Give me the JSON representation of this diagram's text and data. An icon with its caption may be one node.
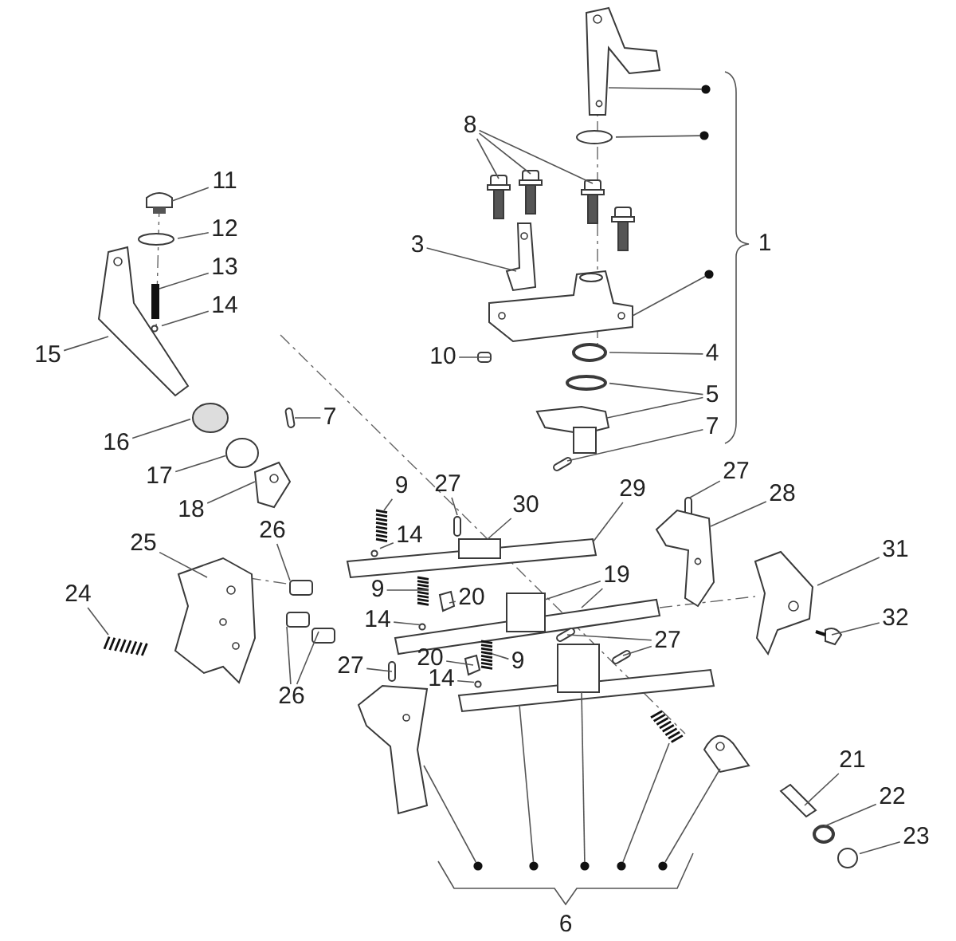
{
  "diagram": {
    "nodes": [
      {
        "text": [
          "1"
        ]
      },
      {
        "text": [
          "8"
        ]
      },
      {
        "text": [
          "3"
        ]
      },
      {
        "text": [
          "10"
        ]
      },
      {
        "text": [
          "4"
        ]
      },
      {
        "text": [
          "5"
        ]
      },
      {
        "text": [
          "7"
        ]
      },
      {
        "text": [
          "11"
        ]
      },
      {
        "text": [
          "12"
        ]
      },
      {
        "text": [
          "13"
        ]
      },
      {
        "text": [
          "14"
        ]
      },
      {
        "text": [
          "15"
        ]
      },
      {
        "text": [
          "16"
        ]
      },
      {
        "text": [
          "7"
        ]
      },
      {
        "text": [
          "17"
        ]
      },
      {
        "text": [
          "18"
        ]
      },
      {
        "text": [
          "9"
        ]
      },
      {
        "text": [
          "27"
        ]
      },
      {
        "text": [
          "29"
        ]
      },
      {
        "text": [
          "30"
        ]
      },
      {
        "text": [
          "27"
        ]
      },
      {
        "text": [
          "28"
        ]
      },
      {
        "text": [
          "14"
        ]
      },
      {
        "text": [
          "25"
        ]
      },
      {
        "text": [
          "26"
        ]
      },
      {
        "text": [
          "31"
        ]
      },
      {
        "text": [
          "19"
        ]
      },
      {
        "text": [
          "9"
        ]
      },
      {
        "text": [
          "20"
        ]
      },
      {
        "text": [
          "14"
        ]
      },
      {
        "text": [
          "32"
        ]
      },
      {
        "text": [
          "24"
        ]
      },
      {
        "text": [
          "20"
        ]
      },
      {
        "text": [
          "9"
        ]
      },
      {
        "text": [
          "27"
        ]
      },
      {
        "text": [
          "27"
        ]
      },
      {
        "text": [
          "14"
        ]
      },
      {
        "text": [
          "26"
        ]
      },
      {
        "text": [
          "21"
        ]
      },
      {
        "text": [
          "22"
        ]
      },
      {
        "text": [
          "23"
        ]
      },
      {
        "text": [
          "6"
        ]
      },
      {
        "text": [],
        "shape": "picture"
      },
      {
        "text": [],
        "shape": "circle"
      },
      {
        "text": [],
        "shape": "picture"
      },
      {
        "text": [],
        "shape": "picture"
      },
      {
        "text": [],
        "shape": "picture"
      },
      {
        "text": [],
        "shape": "picture"
      },
      {
        "text": [],
        "shape": "picture"
      },
      {
        "text": [],
        "shape": "picture"
      },
      {
        "text": [],
        "shape": "box"
      },
      {
        "text": [],
        "shape": "circle"
      },
      {
        "text": [],
        "shape": "circle"
      },
      {
        "text": [],
        "shape": "picture"
      },
      {
        "text": [],
        "shape": "bar"
      },
      {
        "text": [],
        "shape": "box"
      },
      {
        "text": [],
        "shape": "circle"
      },
      {
        "text": [],
        "shape": "bar"
      },
      {
        "text": [],
        "shape": "circle"
      },
      {
        "text": [],
        "shape": "picture"
      },
      {
        "text": [],
        "shape": "circle"
      },
      {
        "text": [],
        "shape": "circle"
      },
      {
        "text": [],
        "shape": "picture"
      },
      {
        "text": [],
        "shape": "bar"
      },
      {
        "text": [],
        "shape": "spring"
      },
      {
        "text": [],
        "shape": "bar"
      },
      {
        "text": [],
        "shape": "bar"
      },
      {
        "text": [],
        "shape": "box"
      },
      {
        "text": [],
        "shape": "bar"
      },
      {
        "text": [],
        "shape": "picture"
      },
      {
        "text": [],
        "shape": "circle"
      },
      {
        "text": [],
        "shape": "picture"
      },
      {
        "text": [],
        "shape": "box"
      },
      {
        "text": [],
        "shape": "picture"
      },
      {
        "text": [],
        "shape": "box"
      },
      {
        "text": [],
        "shape": "bar"
      },
      {
        "text": [],
        "shape": "spring"
      },
      {
        "text": [],
        "shape": "box"
      },
      {
        "text": [],
        "shape": "circle"
      },
      {
        "text": [],
        "shape": "box"
      },
      {
        "text": [],
        "shape": "spring"
      },
      {
        "text": [],
        "shape": "box"
      },
      {
        "text": [],
        "shape": "spring"
      },
      {
        "text": [],
        "shape": "bar"
      },
      {
        "text": [],
        "shape": "bar"
      },
      {
        "text": [],
        "shape": "bar"
      },
      {
        "text": [],
        "shape": "circle"
      },
      {
        "text": [],
        "shape": "box"
      },
      {
        "text": [],
        "shape": "box"
      },
      {
        "text": [],
        "shape": "bar"
      },
      {
        "text": [],
        "shape": "circle"
      },
      {
        "text": [],
        "shape": "circle"
      },
      {
        "text": [],
        "shape": "picture"
      },
      {
        "text": [],
        "shape": "bar"
      },
      {
        "text": [],
        "shape": "box"
      },
      {
        "text": [],
        "shape": "spring"
      },
      {
        "text": [],
        "shape": "picture"
      },
      {
        "text": [],
        "shape": "circle"
      },
      {
        "text": [],
        "shape": "circle"
      },
      {
        "text": [],
        "shape": "circle"
      },
      {
        "text": [],
        "shape": "circle"
      },
      {
        "text": [],
        "shape": "circle"
      },
      {
        "text": [],
        "shape": "circle"
      },
      {
        "text": [],
        "shape": "circle"
      },
      {
        "text": [],
        "shape": "circle"
      }
    ],
    "edges": [
      {
        "from": 1,
        "to": 44,
        "arrow": "none"
      },
      {
        "from": 1,
        "to": 45,
        "arrow": "none"
      },
      {
        "from": 1,
        "to": 46,
        "arrow": "none"
      },
      {
        "from": 2,
        "to": 48,
        "arrow": "none"
      },
      {
        "from": 3,
        "to": 50,
        "arrow": "none"
      },
      {
        "from": 4,
        "to": 51,
        "arrow": "none"
      },
      {
        "from": 5,
        "to": 52,
        "arrow": "none"
      },
      {
        "from": 5,
        "to": 53,
        "arrow": "none"
      },
      {
        "from": 6,
        "to": 54,
        "arrow": "none"
      },
      {
        "from": 7,
        "to": 55,
        "arrow": "none"
      },
      {
        "from": 8,
        "to": 56,
        "arrow": "none"
      },
      {
        "from": 9,
        "to": 57,
        "arrow": "none"
      },
      {
        "from": 10,
        "to": 58,
        "arrow": "none"
      },
      {
        "from": 11,
        "to": 59,
        "arrow": "none"
      },
      {
        "from": 12,
        "to": 60,
        "arrow": "none"
      },
      {
        "from": 13,
        "to": 63,
        "arrow": "none"
      },
      {
        "from": 14,
        "to": 61,
        "arrow": "none"
      },
      {
        "from": 15,
        "to": 62,
        "arrow": "none"
      },
      {
        "from": 16,
        "to": 64,
        "arrow": "none"
      },
      {
        "from": 17,
        "to": 65,
        "arrow": "none"
      },
      {
        "from": 18,
        "to": 66,
        "arrow": "none"
      },
      {
        "from": 19,
        "to": 67,
        "arrow": "none"
      },
      {
        "from": 20,
        "to": 68,
        "arrow": "none"
      },
      {
        "from": 21,
        "to": 69,
        "arrow": "none"
      },
      {
        "from": 22,
        "to": 70,
        "arrow": "none"
      },
      {
        "from": 23,
        "to": 71,
        "arrow": "none"
      },
      {
        "from": 24,
        "to": 72,
        "arrow": "none"
      },
      {
        "from": 25,
        "to": 73,
        "arrow": "none"
      },
      {
        "from": 26,
        "to": 74,
        "arrow": "none"
      },
      {
        "from": 26,
        "to": 75,
        "arrow": "none"
      },
      {
        "from": 27,
        "to": 76,
        "arrow": "none"
      },
      {
        "from": 28,
        "to": 77,
        "arrow": "none"
      },
      {
        "from": 29,
        "to": 78,
        "arrow": "none"
      },
      {
        "from": 30,
        "to": 79,
        "arrow": "none"
      },
      {
        "from": 31,
        "to": 80,
        "arrow": "none"
      },
      {
        "from": 32,
        "to": 81,
        "arrow": "none"
      },
      {
        "from": 33,
        "to": 82,
        "arrow": "none"
      },
      {
        "from": 34,
        "to": 83,
        "arrow": "none"
      },
      {
        "from": 34,
        "to": 84,
        "arrow": "none"
      },
      {
        "from": 35,
        "to": 85,
        "arrow": "none"
      },
      {
        "from": 36,
        "to": 86,
        "arrow": "none"
      },
      {
        "from": 37,
        "to": 87,
        "arrow": "none"
      },
      {
        "from": 37,
        "to": 88,
        "arrow": "none"
      },
      {
        "from": 38,
        "to": 89,
        "arrow": "none"
      },
      {
        "from": 39,
        "to": 90,
        "arrow": "none"
      },
      {
        "from": 40,
        "to": 91,
        "arrow": "none"
      },
      {
        "from": 42,
        "to": 97,
        "arrow": "none"
      },
      {
        "from": 43,
        "to": 98,
        "arrow": "none"
      },
      {
        "from": 49,
        "to": 99,
        "arrow": "none"
      },
      {
        "from": 92,
        "to": 100,
        "arrow": "none"
      },
      {
        "from": 93,
        "to": 101,
        "arrow": "none"
      },
      {
        "from": 94,
        "to": 102,
        "arrow": "none"
      },
      {
        "from": 95,
        "to": 103,
        "arrow": "none"
      },
      {
        "from": 96,
        "to": 104,
        "arrow": "none"
      }
    ]
  }
}
